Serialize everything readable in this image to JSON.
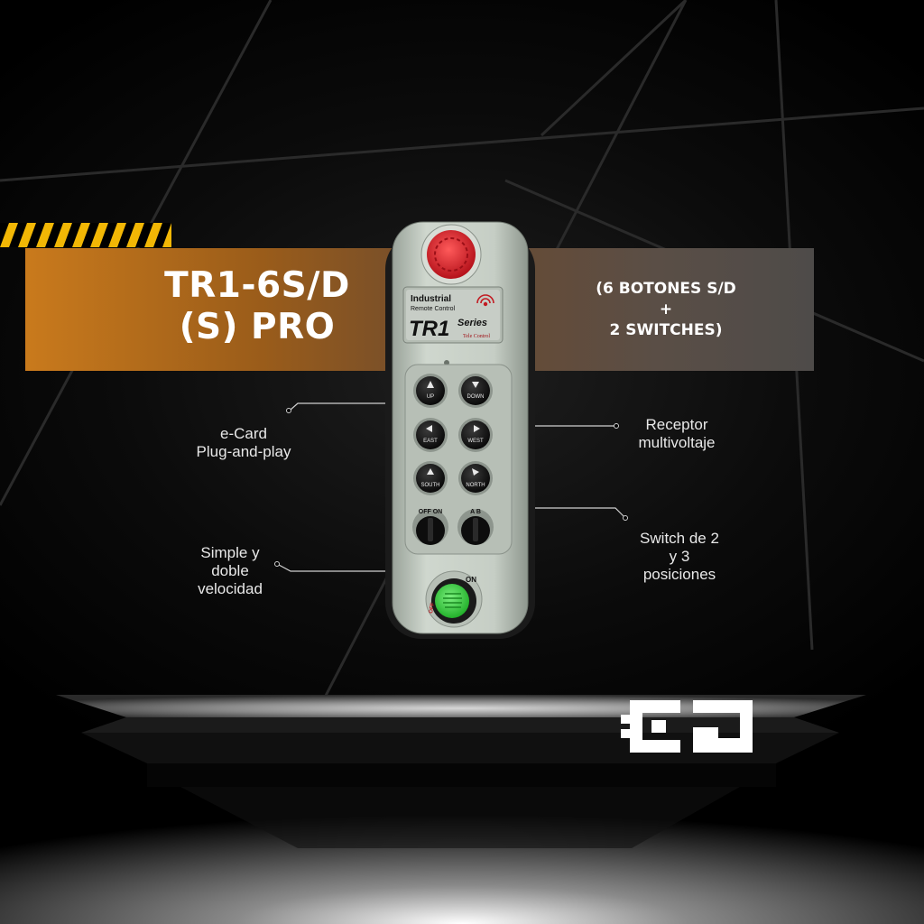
{
  "product": {
    "model_line1": "TR1-6S/D",
    "model_line2": "(S) PRO",
    "description_line1": "(6 BOTONES S/D",
    "description_line2": "+",
    "description_line3": "2 SWITCHES)"
  },
  "callouts": {
    "ecard_line1": "e-Card",
    "ecard_line2": "Plug-and-play",
    "receptor_line1": "Receptor",
    "receptor_line2": "multivoltaje",
    "switch_line1": "Switch de 2",
    "switch_line2": "y 3",
    "switch_line3": "posiciones",
    "speed_line1": "Simple y",
    "speed_line2": "doble",
    "speed_line3": "velocidad"
  },
  "remote": {
    "label_industrial": "Industrial",
    "label_remote_control": "Remote Control",
    "label_series_name": "TR1",
    "label_series": "Series",
    "label_brand": "Tele Control",
    "buttons": [
      "UP",
      "DOWN",
      "EAST",
      "WEST",
      "SOUTH",
      "NORTH"
    ],
    "switch_left_label": "OFF ON",
    "switch_right_label": "A   B",
    "key_switch_label_on": "ON",
    "key_switch_label_off": "OFF"
  },
  "colors": {
    "banner_orange": "#c97a1c",
    "banner_grey": "#4e4b49",
    "hazard_yellow": "#f2b705",
    "estop_red": "#e0202a",
    "key_green": "#35d43a",
    "remote_body": "#c9d1c8"
  },
  "icons": {
    "estop": "emergency-stop-icon",
    "signal": "wireless-signal-icon",
    "logo": "brand-logo-icon"
  }
}
